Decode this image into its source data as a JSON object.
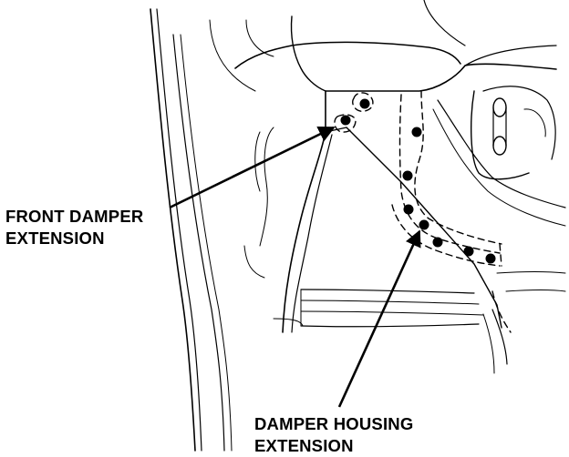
{
  "labels": {
    "front_damper": [
      "FRONT DAMPER",
      "EXTENSION"
    ],
    "damper_housing": [
      "DAMPER HOUSING",
      "EXTENSION"
    ]
  },
  "colors": {
    "ink": "#000000",
    "paper": "#ffffff"
  },
  "icons": {
    "weld_spot": "filled-circle",
    "arrow": "leader-arrow"
  }
}
